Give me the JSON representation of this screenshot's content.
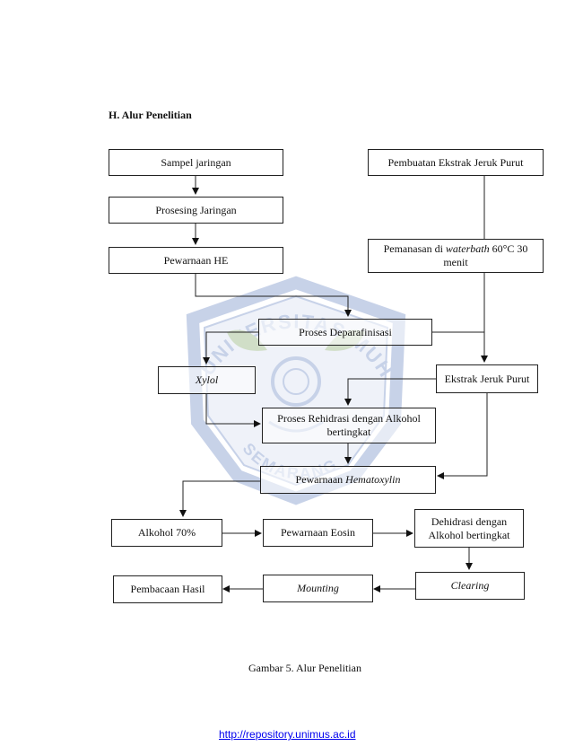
{
  "section_heading": "H.  Alur Penelitian",
  "boxes": {
    "sampel": "Sampel jaringan",
    "prosesing": "Prosesing Jaringan",
    "pewarnaan_he": "Pewarnaan HE",
    "pembuatan": "Pembuatan Ekstrak Jeruk Purut",
    "pemanasan_a": "Pemanasan di ",
    "pemanasan_b": "waterbath",
    "pemanasan_c": " 60°C 30 menit",
    "deparafinisasi": "Proses Deparafinisasi",
    "xylol": "Xylol",
    "ekstrak": "Ekstrak Jeruk Purut",
    "rehidrasi": "Proses Rehidrasi dengan Alkohol bertingkat",
    "pewarnaan_hema_a": "Pewarnaan ",
    "pewarnaan_hema_b": "Hematoxylin",
    "alkohol": "Alkohol 70%",
    "eosin": "Pewarnaan Eosin",
    "dehidrasi": "Dehidrasi dengan Alkohol bertingkat",
    "clearing": "Clearing",
    "mounting": "Mounting",
    "pembacaan": "Pembacaan Hasil"
  },
  "watermark": {
    "top_text": "UNIVERSITAS MUHAMMADIYAH",
    "bottom_text": "SEMARANG",
    "color": "#3b5fb0"
  },
  "caption": "Gambar 5. Alur Penelitian",
  "footer_link": "http://repository.unimus.ac.id"
}
